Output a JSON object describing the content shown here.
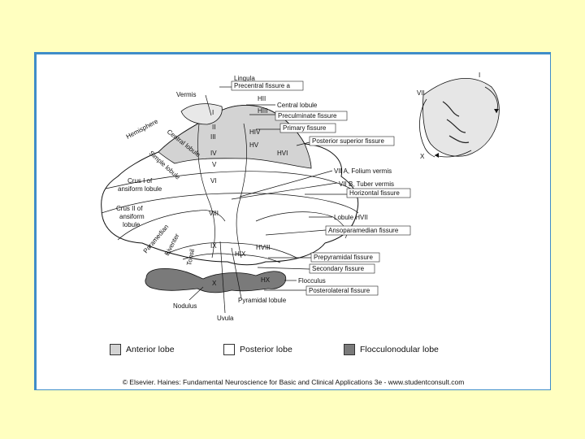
{
  "figure": {
    "credit": "© Elsevier. Haines: Fundamental Neuroscience for Basic and Clinical Applications 3e - www.studentconsult.com"
  },
  "labels_left": {
    "vermis": "Vermis",
    "hemisphere": "Hemisphere",
    "central_lobule": "Central lobule",
    "simple_lobule": "Simple lobule",
    "crus_1_line1": "Crus I of",
    "crus_1_line2": "ansiform lobule",
    "crus_2_line1": "Crus II of",
    "crus_2_line2": "ansiform",
    "crus_2_line3": "lobule",
    "paramedian": "Paramedian",
    "biventer": "Biventer",
    "tonsil": "Tonsil",
    "nodulus": "Nodulus",
    "uvula": "Uvula",
    "pyramidal_lobule": "Pyramidal lobule",
    "lingula": "Lingula"
  },
  "lobule_marks": {
    "i": "I",
    "ii": "II",
    "iii": "III",
    "iv": "IV",
    "v": "V",
    "vi": "VI",
    "viii": "VIII",
    "ix": "IX",
    "x": "X",
    "hii": "HII",
    "hiii": "HIII",
    "hiv": "HIV",
    "hv": "HV",
    "hvi": "HVI",
    "hviii": "HVIII",
    "hix": "HIX",
    "hx": "HX"
  },
  "labels_right": {
    "precentral_fissure": "Precentral fissure a",
    "central_lobule": "Central lobule",
    "preculminate_fissure": "Preculminate fissure",
    "primary_fissure": "Primary fissure",
    "posterior_superior_fissure": "Posterior superior fissure",
    "vii_a": "VII A, Folium vermis",
    "vii_b": "VII B, Tuber vermis",
    "horizontal_fissure": "Horizontal fissure",
    "lobule_hvii": "Lobule HVII",
    "ansoparamedian_fissure": "Ansoparamedian fissure",
    "prepyramidal_fissure": "Prepyramidal fissure",
    "secondary_fissure": "Secondary fissure",
    "flocculus": "Flocculus",
    "posterolateral_fissure": "Posterolateral fissure"
  },
  "inset": {
    "i": "I",
    "vii": "VII",
    "x": "X"
  },
  "legend": [
    {
      "label": "Anterior lobe",
      "color": "#d3d3d3"
    },
    {
      "label": "Posterior lobe",
      "color": "#ffffff"
    },
    {
      "label": "Flocculonodular lobe",
      "color": "#7a7a7a"
    }
  ]
}
